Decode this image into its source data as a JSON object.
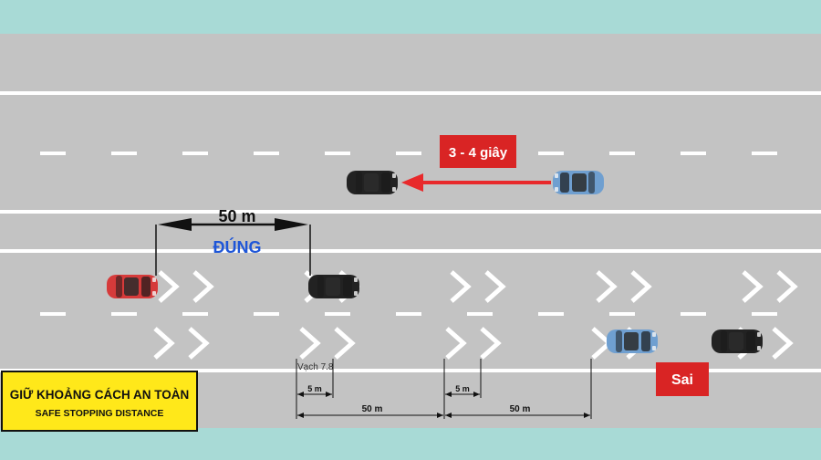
{
  "labels": {
    "time_gap": "3 - 4 giây",
    "distance_main": "50 m",
    "correct": "ĐÚNG",
    "wrong": "Sai",
    "marking": "Vạch 7.8",
    "small_gap_1": "5 m",
    "small_gap_2": "5 m",
    "gap_1": "50 m",
    "gap_2": "50 m"
  },
  "sign": {
    "title": "GIỮ KHOẢNG CÁCH AN TOÀN",
    "subtitle": "SAFE STOPPING DISTANCE"
  },
  "colors": {
    "road": "#c3c3c3",
    "verge": "#a8dad6",
    "line": "#ffffff",
    "red_car": "#d63a3a",
    "blue_car": "#6f9fd0",
    "black_car": "#222222",
    "arrow": "#e8292b",
    "label_box": "#d92424",
    "correct_text": "#1e56d8",
    "sign_bg": "#ffe81a"
  }
}
